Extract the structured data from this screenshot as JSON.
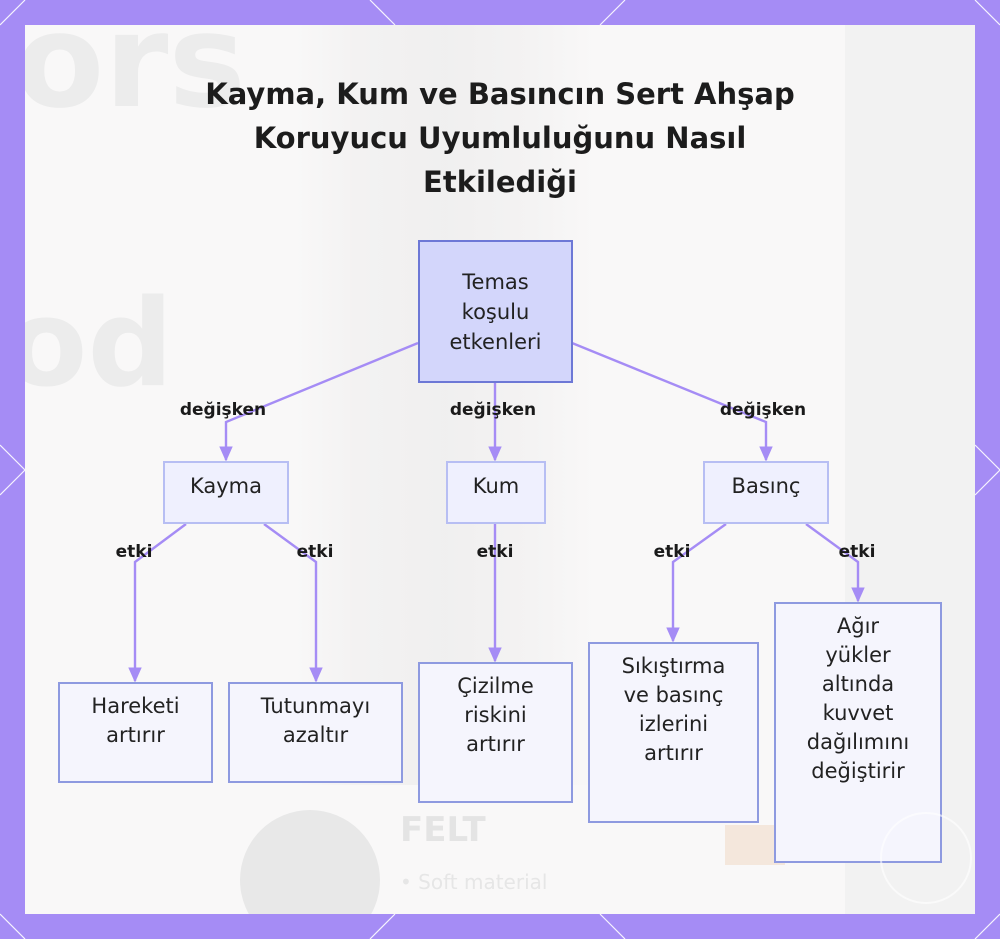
{
  "title": {
    "line1": "Kayma, Kum ve Basıncın Sert Ahşap",
    "line2": "Koruyucu Uyumluluğunu Nasıl",
    "line3": "Etkilediği"
  },
  "root": {
    "lines": [
      "Temas",
      "koşulu",
      "etkenleri"
    ]
  },
  "factors": [
    {
      "label": "Kayma",
      "edge_label": "değişken"
    },
    {
      "label": "Kum",
      "edge_label": "değişken"
    },
    {
      "label": "Basınç",
      "edge_label": "değişken"
    }
  ],
  "effects": [
    {
      "lines": [
        "Hareketi",
        "artırır"
      ],
      "edge_label": "etki"
    },
    {
      "lines": [
        "Tutunmayı",
        "azaltır"
      ],
      "edge_label": "etki"
    },
    {
      "lines": [
        "Çizilme",
        "riskini",
        "artırır"
      ],
      "edge_label": "etki"
    },
    {
      "lines": [
        "Sıkıştırma",
        "ve basınç",
        "izlerini",
        "artırır"
      ],
      "edge_label": "etki"
    },
    {
      "lines": [
        "Ağır",
        "yükler",
        "altında",
        "kuvvet",
        "dağılımını",
        "değiştirir"
      ],
      "edge_label": "etki"
    }
  ],
  "colors": {
    "frame": "#a58cf5",
    "edge": "#a58cf5",
    "root_fill": "#d3d6fb",
    "root_border": "#6d78d6",
    "node_fill": "#eff0fe",
    "leaf_border": "#8e9ae0"
  }
}
